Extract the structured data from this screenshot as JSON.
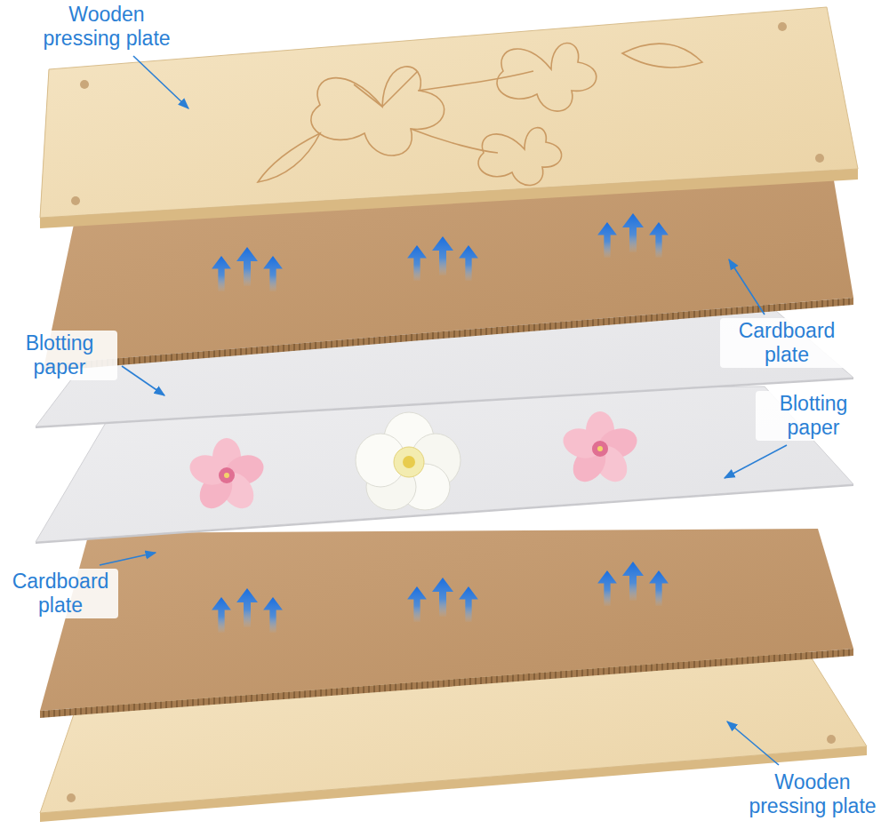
{
  "diagram": {
    "labels": [
      "Wooden pressing plate",
      "Cardboard plate",
      "Blotting paper",
      "Blotting paper",
      "Cardboard plate",
      "Wooden pressing plate"
    ]
  }
}
